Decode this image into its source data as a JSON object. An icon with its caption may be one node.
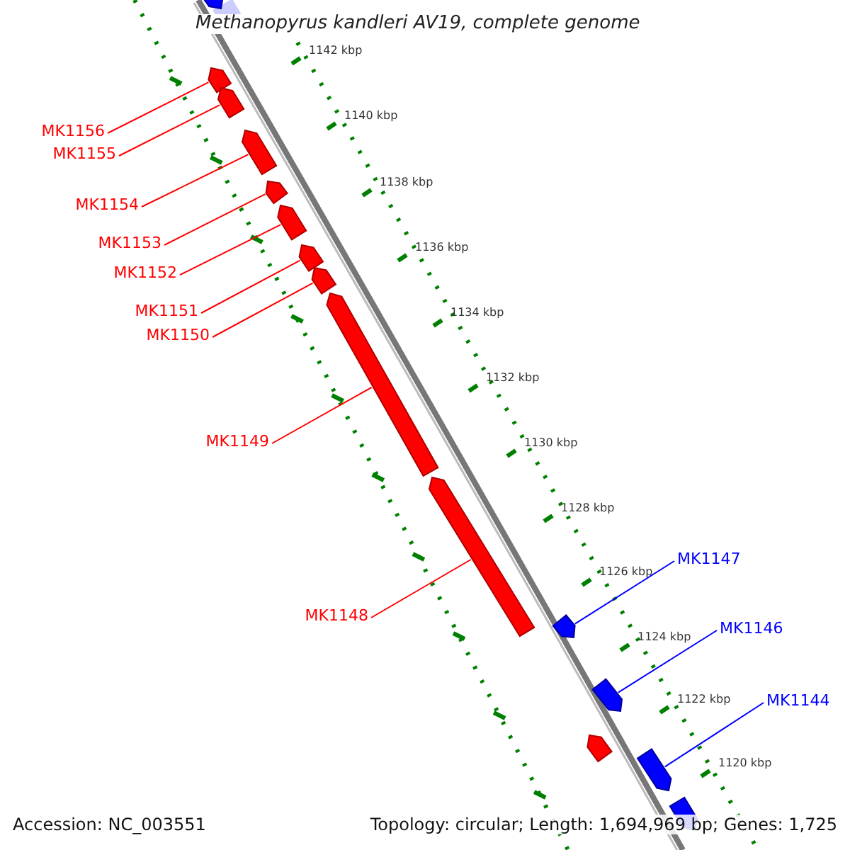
{
  "diagram": {
    "title": "Methanopyrus kandleri AV19, complete genome",
    "nodes": [
      {
        "text": [
          "MK1156"
        ]
      },
      {
        "text": [
          "MK1155"
        ]
      },
      {
        "text": [
          "MK1154"
        ]
      },
      {
        "text": [
          "MK1153"
        ]
      },
      {
        "text": [
          "MK1152"
        ]
      },
      {
        "text": [
          "MK1151"
        ]
      },
      {
        "text": [
          "MK1150"
        ]
      },
      {
        "text": [
          "MK1149"
        ]
      },
      {
        "text": [
          "MK1148"
        ]
      },
      {
        "text": [
          "MK1147"
        ]
      },
      {
        "text": [
          "MK1146"
        ]
      },
      {
        "text": [
          "MK1144"
        ]
      },
      {
        "text": [],
        "shape": "arrow"
      },
      {
        "text": [],
        "shape": "arrow"
      },
      {
        "text": [],
        "shape": "arrow"
      },
      {
        "text": [],
        "shape": "arrow"
      },
      {
        "text": [],
        "shape": "arrow"
      },
      {
        "text": [],
        "shape": "arrow"
      },
      {
        "text": [],
        "shape": "arrow"
      },
      {
        "text": [],
        "shape": "arrow"
      },
      {
        "text": [],
        "shape": "arrow"
      },
      {
        "text": [],
        "shape": "arrow"
      },
      {
        "text": [],
        "shape": "arrow"
      },
      {
        "text": [],
        "shape": "arrow"
      }
    ],
    "edges": [
      {
        "from": 0,
        "to": 12,
        "arrow": "none"
      },
      {
        "from": 1,
        "to": 13,
        "arrow": "none"
      },
      {
        "from": 2,
        "to": 14,
        "arrow": "none"
      },
      {
        "from": 3,
        "to": 15,
        "arrow": "none"
      },
      {
        "from": 4,
        "to": 16,
        "arrow": "none"
      },
      {
        "from": 5,
        "to": 17,
        "arrow": "none"
      },
      {
        "from": 6,
        "to": 18,
        "arrow": "none"
      },
      {
        "from": 7,
        "to": 19,
        "arrow": "none"
      },
      {
        "from": 8,
        "to": 20,
        "arrow": "none"
      },
      {
        "from": 9,
        "to": 21,
        "arrow": "none",
        "color": "#0000ff"
      },
      {
        "from": 10,
        "to": 22,
        "arrow": "none",
        "color": "#0000ff"
      },
      {
        "from": 11,
        "to": 23,
        "arrow": "none",
        "color": "#0000ff"
      }
    ],
    "labels": [
      "1142 kbp",
      "1140 kbp",
      "1138 kbp",
      "1136 kbp",
      "1134 kbp",
      "1132 kbp",
      "1130 kbp",
      "1128 kbp",
      "1126 kbp",
      "1124 kbp",
      "1122 kbp",
      "1120 kbp",
      "Accession: NC_003551",
      "Topology: circular; Length: 1,694,969 bp; Genes: 1,725"
    ]
  }
}
